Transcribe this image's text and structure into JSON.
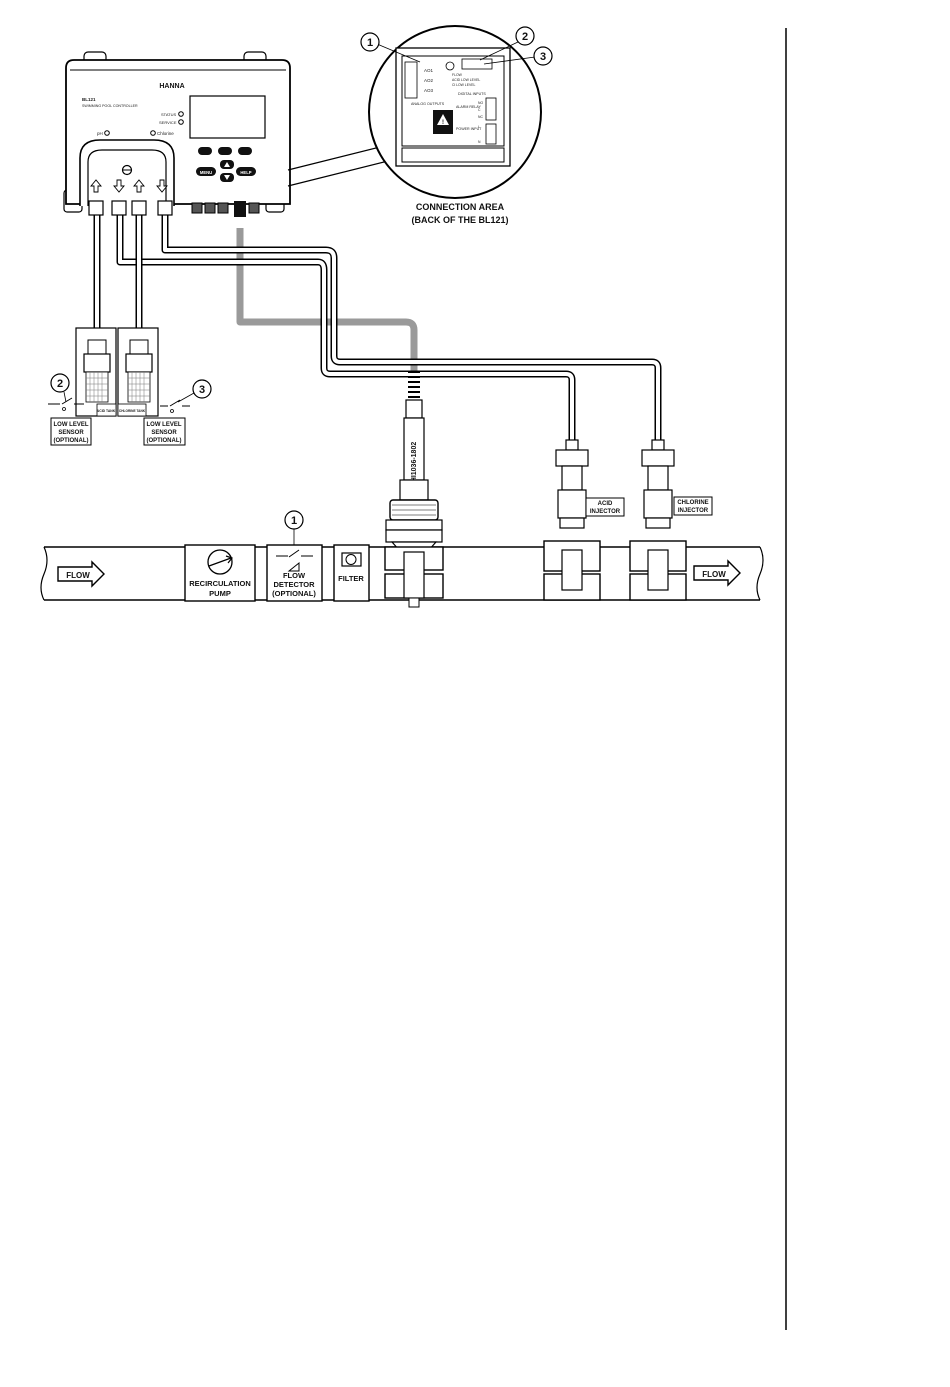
{
  "callouts": {
    "n1": "1",
    "n2": "2",
    "n3": "3"
  },
  "controller": {
    "brand": "HANNA",
    "model": "BL121",
    "subtitle": "SWIMMING POOL CONTROLLER",
    "status": "STATUS",
    "service": "SERVICE",
    "ph": "pH",
    "chlorine": "Chlorine",
    "btn_menu": "MENU",
    "btn_help": "HELP"
  },
  "connection_area": {
    "title_line1": "CONNECTION AREA",
    "title_line2": "(BACK OF THE BL121)",
    "ao1": "AO1",
    "ao2": "AO2",
    "ao3": "AO3",
    "analog_outputs": "ANALOG OUTPUTS",
    "digital_inputs": "DIGITAL INPUTS",
    "flow": "FLOW",
    "acid_low_level": "ACID LOW LEVEL",
    "cl_low_level": "Cl LOW LEVEL",
    "alarm_relay": "ALARM RELAY",
    "no": "NO",
    "c": "C",
    "nc": "NC",
    "power_input": "POWER INPUT",
    "l": "L",
    "n": "N"
  },
  "tanks": {
    "acid_tank": "ACID TANK",
    "chlorine_tank": "CHLORINE TANK",
    "low_level_left": [
      "LOW LEVEL",
      "SENSOR",
      "(OPTIONAL)"
    ],
    "low_level_right": [
      "LOW LEVEL",
      "SENSOR",
      "(OPTIONAL)"
    ]
  },
  "probe": {
    "label": "HI1036-1802"
  },
  "injectors": {
    "acid": [
      "ACID",
      "INJECTOR"
    ],
    "chlorine": [
      "CHLORINE",
      "INJECTOR"
    ]
  },
  "pipeline": {
    "flow_left": "FLOW",
    "flow_right": "FLOW",
    "pump": [
      "RECIRCULATION",
      "PUMP"
    ],
    "flow_detector": [
      "FLOW",
      "DETECTOR",
      "(OPTIONAL)"
    ],
    "filter": "FILTER"
  }
}
